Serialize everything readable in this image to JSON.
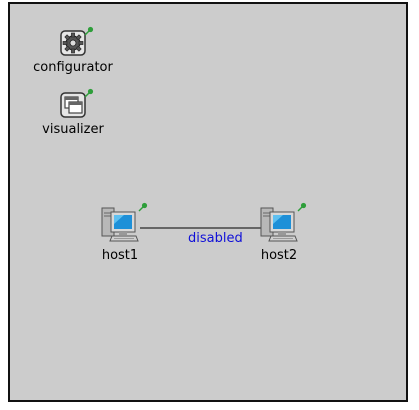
{
  "network": {
    "background_color": "#cccccc",
    "border_color": "#111111"
  },
  "modules": {
    "configurator": {
      "label": "configurator",
      "icon": "gear-icon"
    },
    "visualizer": {
      "label": "visualizer",
      "icon": "window-icon"
    },
    "host1": {
      "label": "host1",
      "icon": "computer-icon"
    },
    "host2": {
      "label": "host2",
      "icon": "computer-icon"
    }
  },
  "link": {
    "from": "host1",
    "to": "host2",
    "label": "disabled",
    "label_color": "#1010d8"
  },
  "pin_icon": {
    "icon": "pin-icon",
    "color": "#2e9e3a"
  }
}
